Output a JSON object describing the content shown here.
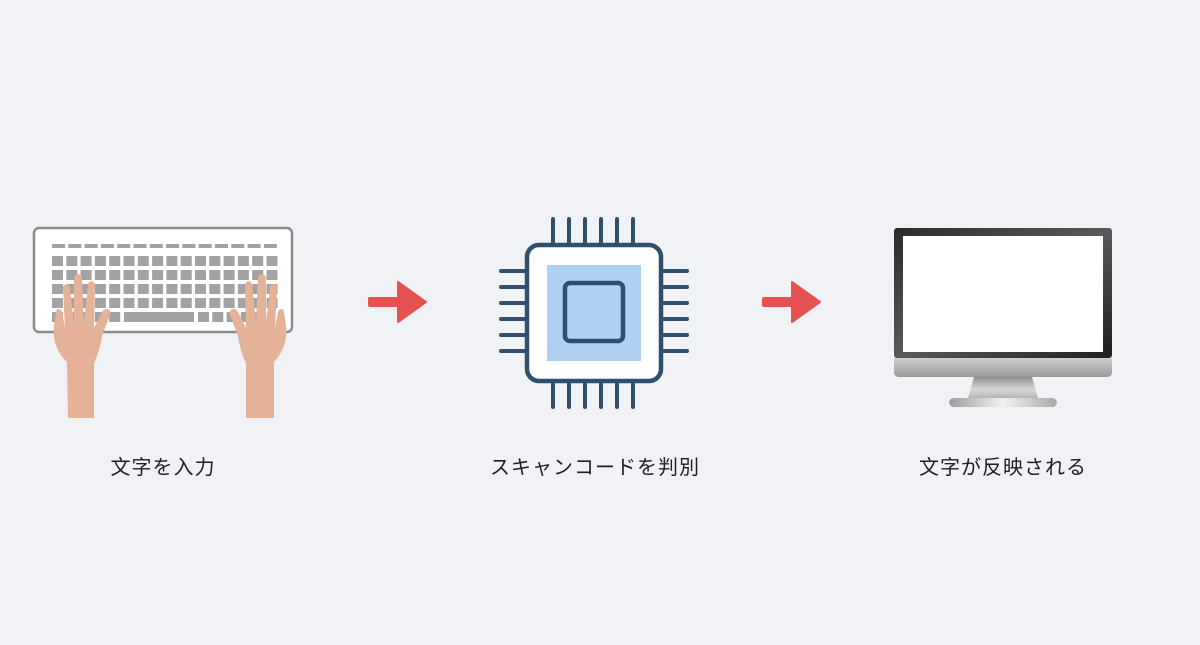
{
  "steps": [
    {
      "caption": "文字を入力",
      "icon": "keyboard-hands-icon"
    },
    {
      "caption": "スキャンコードを判別",
      "icon": "cpu-chip-icon"
    },
    {
      "caption": "文字が反映される",
      "icon": "monitor-icon"
    }
  ],
  "arrows": [
    {
      "icon": "right-arrow-icon"
    },
    {
      "icon": "right-arrow-icon"
    }
  ],
  "colors": {
    "background": "#f0f2f6",
    "arrow": "#e65251",
    "chip_outline": "#2e4f6e",
    "chip_fill": "#aed1f2",
    "skin": "#e4b296",
    "key": "#a3a3a3",
    "keyboard_border": "#8c8c8c"
  }
}
